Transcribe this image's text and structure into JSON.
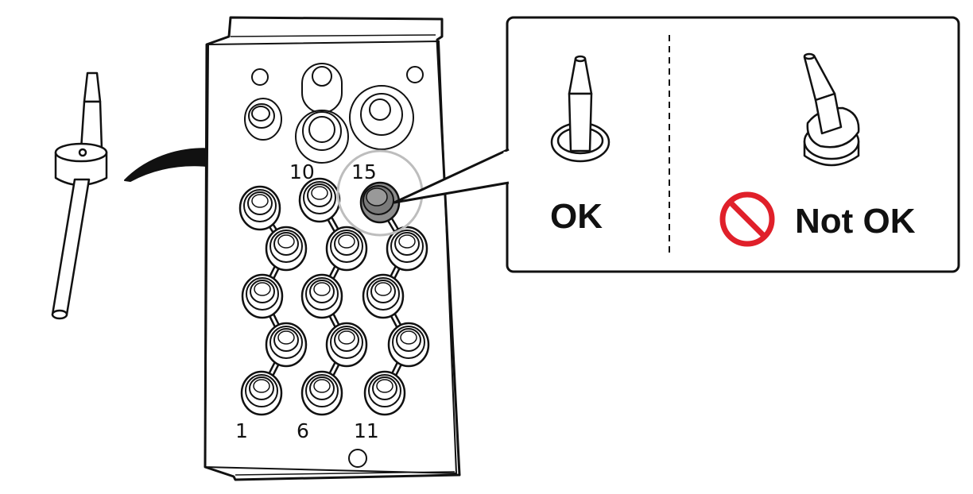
{
  "tray": {
    "slot_labels": {
      "slot_1": "1",
      "slot_6": "6",
      "slot_11": "11",
      "slot_10": "10",
      "slot_15": "15"
    }
  },
  "callout": {
    "ok_label": "OK",
    "not_ok_label": "Not OK"
  },
  "colors": {
    "line": "#111111",
    "highlight_slot_fill": "#8c8c8c",
    "magnifier_ring": "#bdbdbd",
    "prohibition_red": "#e0202a"
  },
  "icons": {
    "prohibition": "no-entry-circle-icon"
  }
}
